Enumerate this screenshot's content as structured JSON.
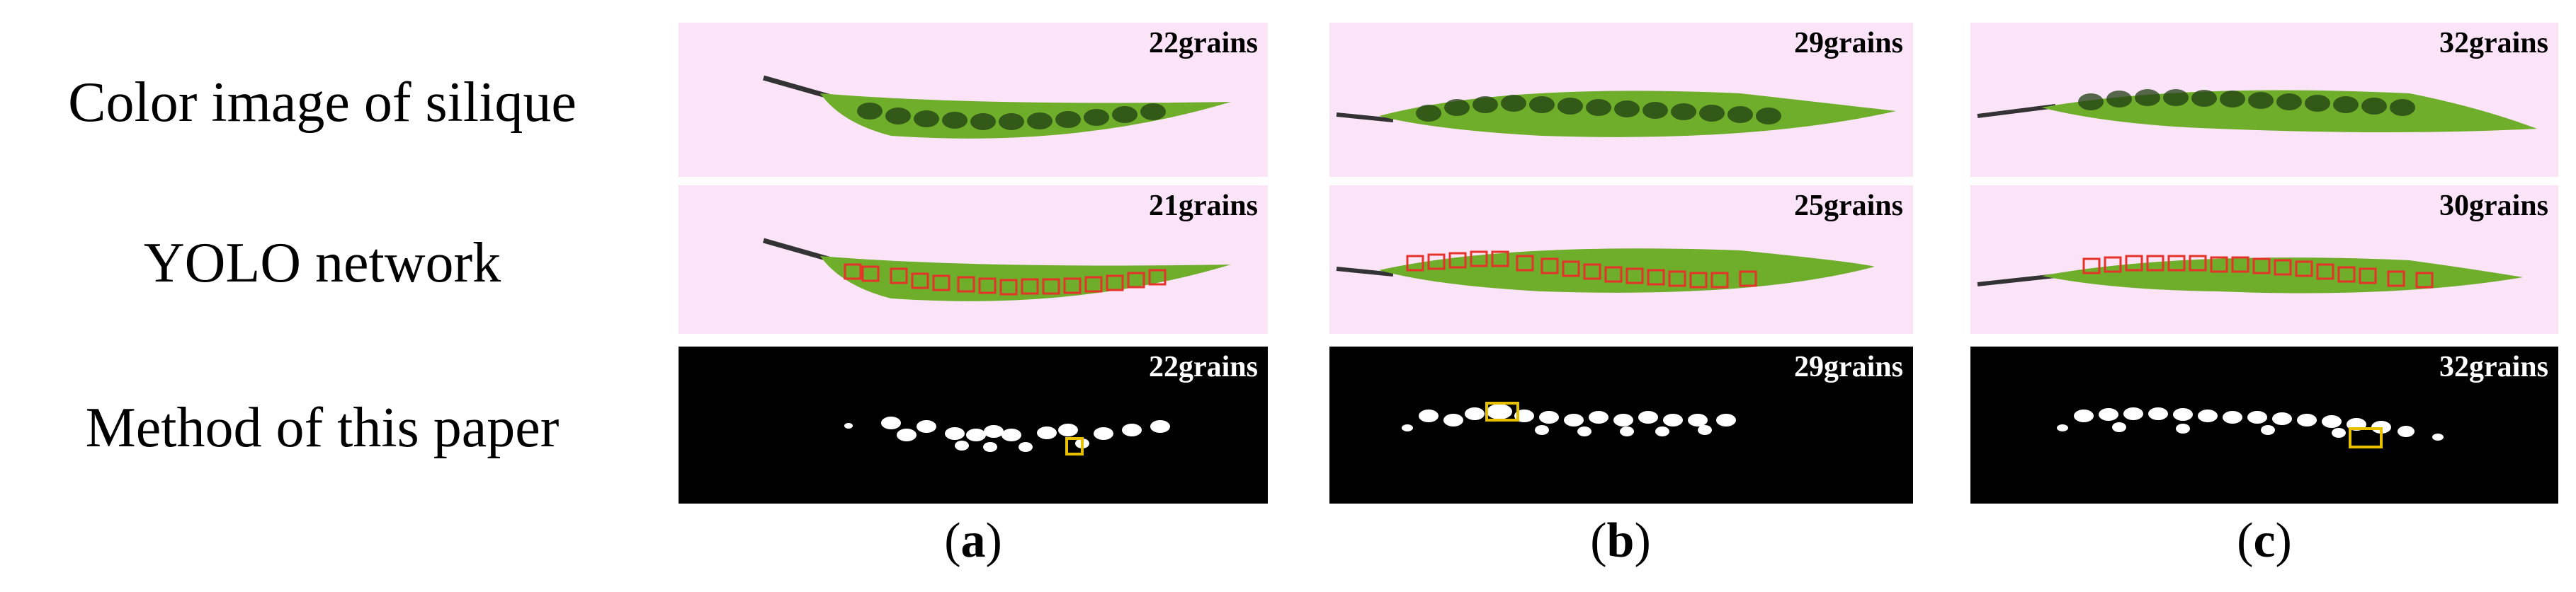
{
  "rows": [
    {
      "label": "Color image of silique"
    },
    {
      "label": "YOLO network"
    },
    {
      "label": "Method of this paper"
    }
  ],
  "columns": [
    {
      "letter": "a",
      "counts": [
        "22grains",
        "21grains",
        "22grains"
      ]
    },
    {
      "letter": "b",
      "counts": [
        "29grains",
        "25grains",
        "29grains"
      ]
    },
    {
      "letter": "c",
      "counts": [
        "32grains",
        "30grains",
        "32grains"
      ]
    }
  ],
  "colors": {
    "panel_background": "#fbe4f8",
    "binary_background": "#000000",
    "detection_box": "#e5332a",
    "highlight_box": "#e6c000",
    "pod_green": "#6fae2a"
  }
}
